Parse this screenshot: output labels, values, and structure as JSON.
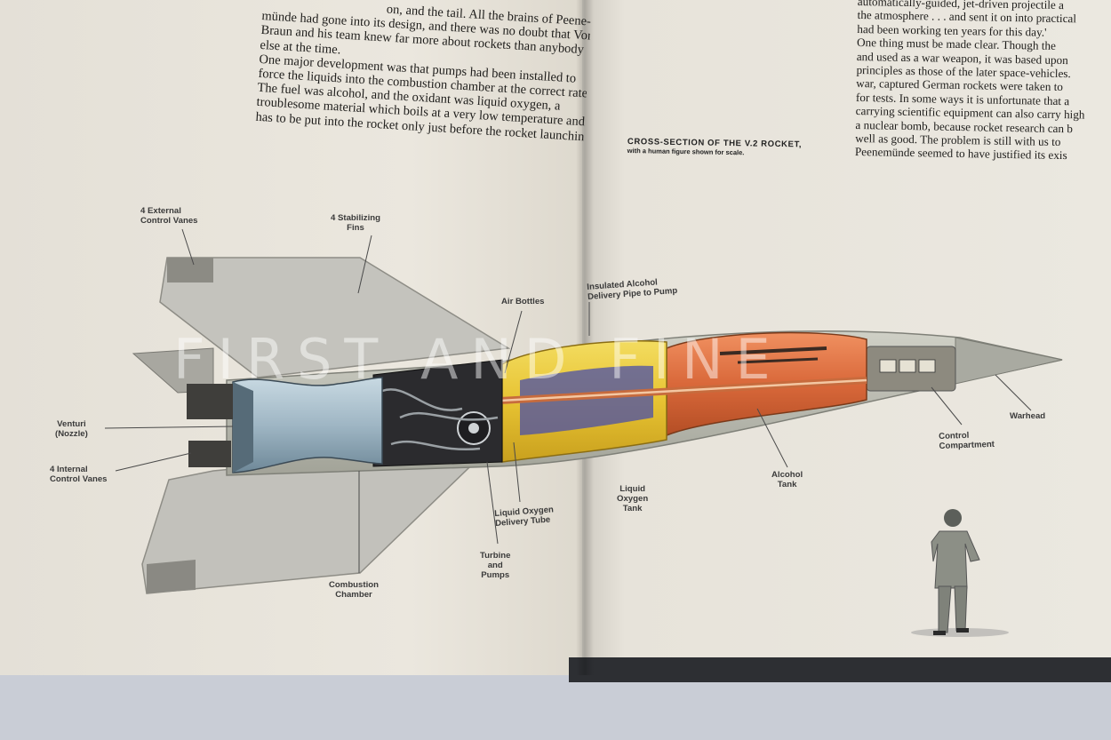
{
  "left_page": {
    "lines": [
      "münde had gone into its design, and there was no doubt that Von",
      "Braun and his team knew far more about rockets than anybody",
      "else at the time.",
      "    One major development was that pumps had been installed to",
      "force the liquids into the combustion chamber at the correct rate.",
      "The fuel was alcohol, and the oxidant was liquid oxygen, a",
      "troublesome material which boils at a very low temperature and",
      "has to be put into the rocket only just before the rocket launching."
    ],
    "top_fragment": "on, and the tail. All the brains of Peene-"
  },
  "right_page": {
    "lines": [
      "the atmosphere . . . and sent it on into practical",
      "had been working ten years for this day.'",
      "    One thing must be made clear. Though the",
      "and used as a war weapon, it was based upon",
      "principles as those of the later space-vehicles.",
      "war, captured German rockets were taken to",
      "for tests. In some ways it is unfortunate that a",
      "carrying scientific equipment can also carry high",
      "a nuclear bomb, because rocket research can b",
      "well as good. The problem is still with us to",
      "Peenemünde seemed to have justified its exis"
    ],
    "top_fragment": "automatically-guided, jet-driven projectile a"
  },
  "caption": {
    "title": "CROSS-SECTION OF THE V.2 ROCKET,",
    "subtitle": "with a human figure shown for scale."
  },
  "labels": {
    "external_vanes": "4 External\nControl Vanes",
    "stabilizing_fins": "4 Stabilizing\nFins",
    "air_bottles": "Air Bottles",
    "insulated_pipe": "Insulated Alcohol\nDelivery Pipe to Pump",
    "venturi": "Venturi\n(Nozzle)",
    "internal_vanes": "4 Internal\nControl Vanes",
    "combustion": "Combustion\nChamber",
    "turbine": "Turbine\nand\nPumps",
    "lox_tube": "Liquid Oxygen\nDelivery Tube",
    "lox_tank": "Liquid\nOxygen\nTank",
    "alcohol_tank": "Alcohol\nTank",
    "control_comp": "Control\nCompartment",
    "warhead": "Warhead"
  },
  "watermark": "FIRST AND FINE",
  "colors": {
    "page": "#ebe7de",
    "fin": "#c4c3bd",
    "hull": "#b7b8ae",
    "alcohol_tank": "#d9683a",
    "lox_tank": "#e7c332",
    "engine": "#9fb6c4",
    "machinery": "#2b2b2e"
  }
}
